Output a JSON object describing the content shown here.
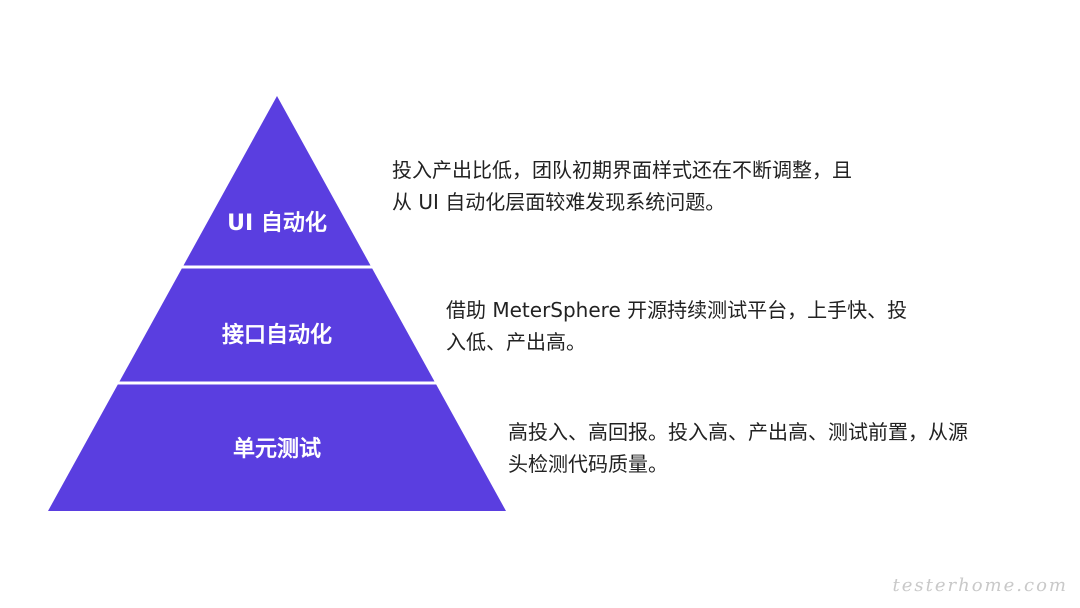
{
  "colors": {
    "pyramid_fill": "#5a3ee0",
    "divider": "#ffffff",
    "text": "#222222",
    "watermark": "#c9c9c9"
  },
  "pyramid": {
    "tiers": [
      {
        "label": "UI 自动化"
      },
      {
        "label": "接口自动化"
      },
      {
        "label": "单元测试"
      }
    ]
  },
  "descriptions": {
    "ui": [
      "投入产出比低，团队初期界面样式还在不断调整，且",
      "从 UI 自动化层面较难发现系统问题。"
    ],
    "api": [
      "借助 MeterSphere 开源持续测试平台，上手快、投",
      "入低、产出高。"
    ],
    "unit": [
      "高投入、高回报。投入高、产出高、测试前置，从源",
      "头检测代码质量。"
    ]
  },
  "watermark": "testerhome.com"
}
